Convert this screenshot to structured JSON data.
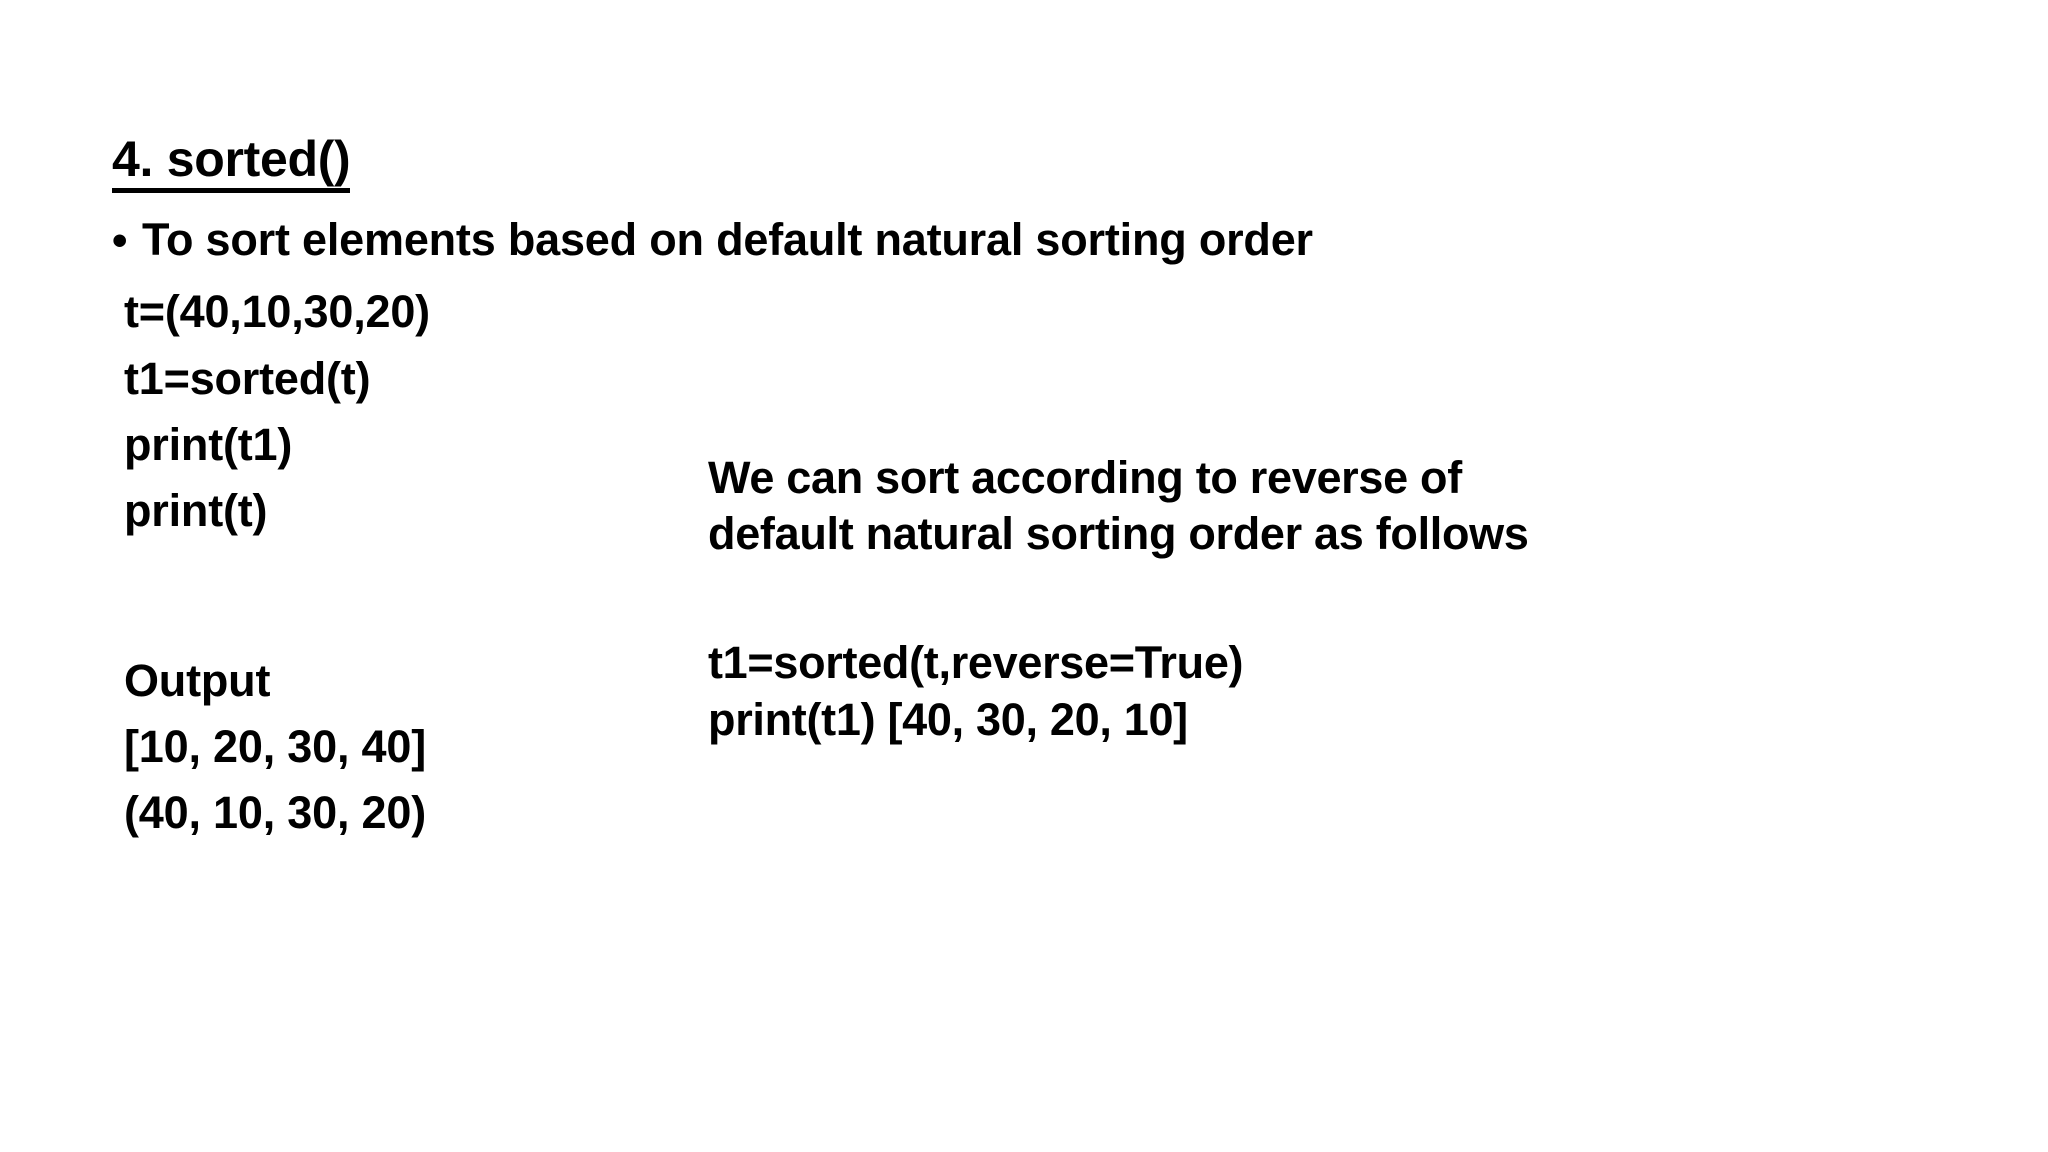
{
  "slide": {
    "title": "4. sorted()",
    "bullet_marker": "•",
    "bullet_text": "To sort elements based on default natural sorting order",
    "code_lines": [
      "t=(40,10,30,20)",
      "t1=sorted(t)",
      "print(t1)",
      "print(t)"
    ],
    "output": {
      "label": "Output",
      "lines": [
        "[10, 20, 30, 40]",
        "(40, 10, 30, 20)"
      ]
    },
    "note": {
      "line1": "We can sort according to reverse of",
      "line2": "default natural sorting order as follows"
    },
    "reverse_code": [
      "t1=sorted(t,reverse=True)",
      "print(t1) [40, 30, 20, 10]"
    ],
    "colors": {
      "background": "#ffffff",
      "text": "#000000"
    }
  }
}
